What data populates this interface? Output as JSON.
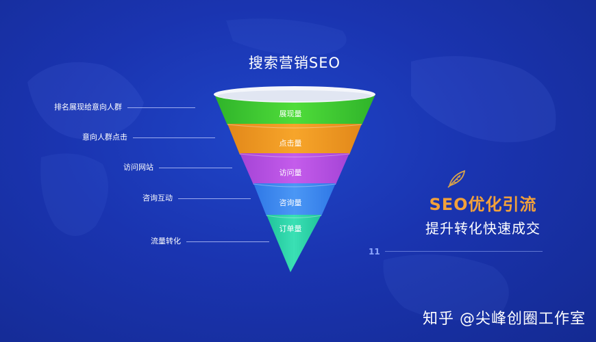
{
  "title": "搜索营销SEO",
  "funnel": {
    "stages": [
      {
        "label": "展现量",
        "left_label": "排名展现给意向人群",
        "color": "#3ecb2e"
      },
      {
        "label": "点击量",
        "left_label": "意向人群点击",
        "color": "#f29a1d"
      },
      {
        "label": "访问量",
        "left_label": "访问网站",
        "color": "#b84fe0"
      },
      {
        "label": "咨询量",
        "left_label": "咨询互动",
        "color": "#3d88f0"
      },
      {
        "label": "订单量",
        "left_label": "流量转化",
        "color": "#2bd6a8"
      }
    ]
  },
  "promo": {
    "headline": "SEO优化引流",
    "subline": "提升转化快速成交",
    "icon": "feather-leaf-icon",
    "mark": "11"
  },
  "watermark": "知乎 @尖峰创圈工作室",
  "colors": {
    "background": "#1a34b0",
    "headline": "#f2a13a"
  }
}
